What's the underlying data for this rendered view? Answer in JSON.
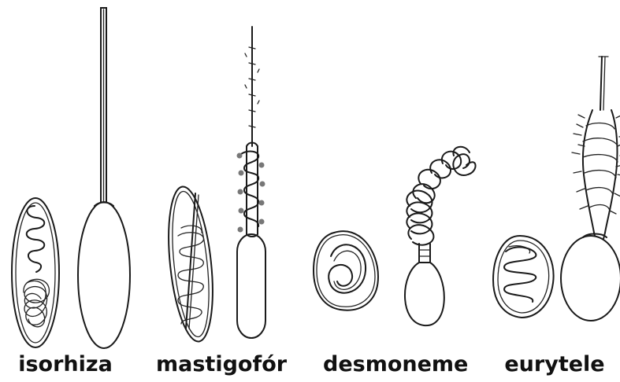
{
  "labels": {
    "isorhiza": "isorhiza",
    "mastigophore": "mastigofór",
    "desmoneme": "desmoneme",
    "eurytele": "eurytele"
  }
}
